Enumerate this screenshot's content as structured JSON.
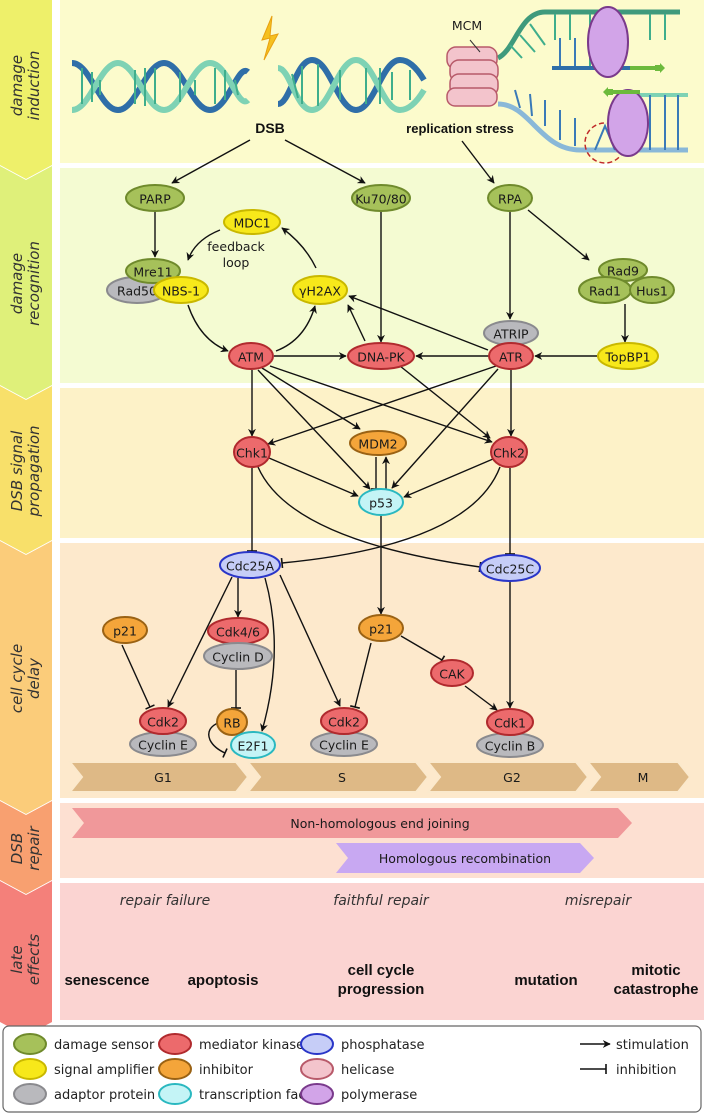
{
  "stages": [
    {
      "id": "damage-induction",
      "lines": [
        "damage",
        "induction"
      ],
      "color": "#eef06a",
      "bg": "#fcfbcc"
    },
    {
      "id": "damage-recognition",
      "lines": [
        "damage",
        "recognition"
      ],
      "color": "#dff07a",
      "bg": "#f4fbd2"
    },
    {
      "id": "dsb-signal-propagation",
      "lines": [
        "DSB signal",
        "propagation"
      ],
      "color": "#f8e06a",
      "bg": "#fdf2c8"
    },
    {
      "id": "cell-cycle-delay",
      "lines": [
        "cell cycle",
        "delay"
      ],
      "color": "#fbcc7a",
      "bg": "#fde9cc"
    },
    {
      "id": "dsb-repair",
      "lines": [
        "DSB",
        "repair"
      ],
      "color": "#f8a070",
      "bg": "#fde0d2"
    },
    {
      "id": "late-effects",
      "lines": [
        "late",
        "effects"
      ],
      "color": "#f4807a",
      "bg": "#fbd4d2"
    }
  ],
  "induction": {
    "dsb_label": "DSB",
    "replication_stress_label": "replication stress",
    "mcm_label": "MCM"
  },
  "nodes": {
    "parp": {
      "label": "PARP",
      "type": "damage-sensor"
    },
    "ku": {
      "label": "Ku70/80",
      "type": "damage-sensor"
    },
    "rpa": {
      "label": "RPA",
      "type": "damage-sensor"
    },
    "mdc1": {
      "label": "MDC1",
      "type": "signal-amplifier"
    },
    "mre11": {
      "label": "Mre11",
      "type": "damage-sensor"
    },
    "rad50": {
      "label": "Rad50",
      "type": "adaptor-protein"
    },
    "nbs1": {
      "label": "NBS-1",
      "type": "signal-amplifier"
    },
    "h2ax": {
      "label": "γH2AX",
      "type": "signal-amplifier"
    },
    "rad9": {
      "label": "Rad9",
      "type": "damage-sensor"
    },
    "rad1": {
      "label": "Rad1",
      "type": "damage-sensor"
    },
    "hus1": {
      "label": "Hus1",
      "type": "damage-sensor"
    },
    "atm": {
      "label": "ATM",
      "type": "mediator-kinase"
    },
    "dnapk": {
      "label": "DNA-PK",
      "type": "mediator-kinase"
    },
    "atrip": {
      "label": "ATRIP",
      "type": "adaptor-protein"
    },
    "atr": {
      "label": "ATR",
      "type": "mediator-kinase"
    },
    "topbp1": {
      "label": "TopBP1",
      "type": "signal-amplifier"
    },
    "chk1": {
      "label": "Chk1",
      "type": "mediator-kinase"
    },
    "mdm2": {
      "label": "MDM2",
      "type": "inhibitor"
    },
    "chk2": {
      "label": "Chk2",
      "type": "mediator-kinase"
    },
    "p53": {
      "label": "p53",
      "type": "transcription-factor"
    },
    "cdc25a": {
      "label": "Cdc25A",
      "type": "phosphatase"
    },
    "cdc25c": {
      "label": "Cdc25C",
      "type": "phosphatase"
    },
    "p21a": {
      "label": "p21",
      "type": "inhibitor"
    },
    "cdk46": {
      "label": "Cdk4/6",
      "type": "mediator-kinase"
    },
    "cycd": {
      "label": "Cyclin D",
      "type": "adaptor-protein"
    },
    "p21b": {
      "label": "p21",
      "type": "inhibitor"
    },
    "cak": {
      "label": "CAK",
      "type": "mediator-kinase"
    },
    "cdk2a": {
      "label": "Cdk2",
      "type": "mediator-kinase"
    },
    "cyce_a": {
      "label": "Cyclin E",
      "type": "adaptor-protein"
    },
    "rb": {
      "label": "RB",
      "type": "inhibitor"
    },
    "e2f1": {
      "label": "E2F1",
      "type": "transcription-factor"
    },
    "cdk2b": {
      "label": "Cdk2",
      "type": "mediator-kinase"
    },
    "cyce_b": {
      "label": "Cyclin E",
      "type": "adaptor-protein"
    },
    "cdk1": {
      "label": "Cdk1",
      "type": "mediator-kinase"
    },
    "cycb": {
      "label": "Cyclin B",
      "type": "adaptor-protein"
    }
  },
  "feedback_loop_label": [
    "feedback",
    "loop"
  ],
  "phases": [
    "G1",
    "S",
    "G2",
    "M"
  ],
  "repair": {
    "nhej": "Non-homologous end joining",
    "hr": "Homologous recombination"
  },
  "late_effects": [
    {
      "heading": "repair failure",
      "outcomes": [
        [
          "senescence"
        ],
        [
          "apoptosis"
        ]
      ]
    },
    {
      "heading": "faithful repair",
      "outcomes": [
        [
          "cell cycle",
          "progression"
        ]
      ]
    },
    {
      "heading": "misrepair",
      "outcomes": [
        [
          "mutation"
        ],
        [
          "mitotic",
          "catastrophe"
        ]
      ]
    }
  ],
  "legend": {
    "items": [
      {
        "label": "damage sensor",
        "type": "damage-sensor"
      },
      {
        "label": "signal amplifier",
        "type": "signal-amplifier"
      },
      {
        "label": "adaptor protein",
        "type": "adaptor-protein"
      },
      {
        "label": "mediator kinase",
        "type": "mediator-kinase"
      },
      {
        "label": "inhibitor",
        "type": "inhibitor"
      },
      {
        "label": "transcription factor",
        "type": "transcription-factor"
      },
      {
        "label": "phosphatase",
        "type": "phosphatase"
      },
      {
        "label": "helicase",
        "type": "helicase"
      },
      {
        "label": "polymerase",
        "type": "polymerase"
      }
    ],
    "stimulation": "stimulation",
    "inhibition": "inhibition"
  },
  "type_colors": {
    "damage-sensor": {
      "fill": "#a6c15a",
      "stroke": "#6f8a2c"
    },
    "signal-amplifier": {
      "fill": "#f7e81a",
      "stroke": "#c9b800"
    },
    "adaptor-protein": {
      "fill": "#b9b9bd",
      "stroke": "#8a8a8e"
    },
    "mediator-kinase": {
      "fill": "#ec6a6c",
      "stroke": "#b02a2e"
    },
    "inhibitor": {
      "fill": "#f4a53a",
      "stroke": "#9a6214"
    },
    "transcription-factor": {
      "fill": "#c4f4f6",
      "stroke": "#2ab8c0"
    },
    "phosphatase": {
      "fill": "#c6cdf7",
      "stroke": "#2a36c8"
    },
    "helicase": {
      "fill": "#f3c4cc",
      "stroke": "#b85a6a"
    },
    "polymerase": {
      "fill": "#d2a4e8",
      "stroke": "#7a3a8c"
    }
  }
}
